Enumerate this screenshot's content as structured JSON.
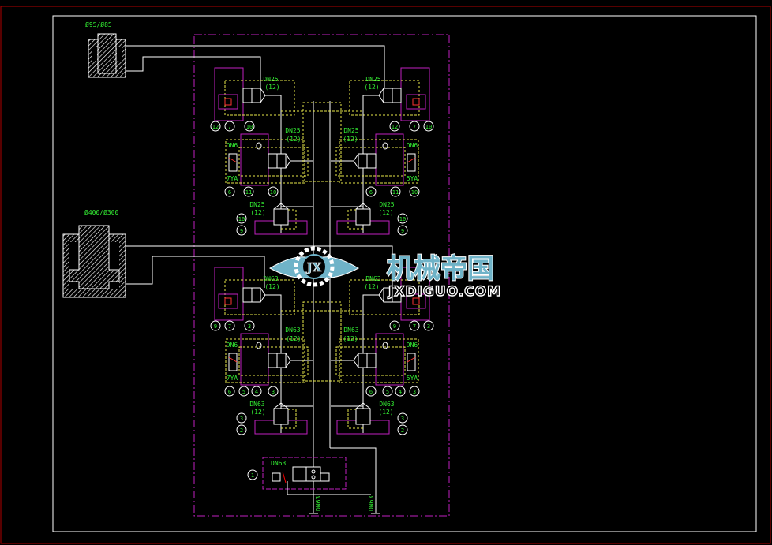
{
  "cylinders": [
    {
      "label": "Ø95/Ø85"
    },
    {
      "label": "Ø400/Ø300"
    }
  ],
  "modules": [
    {
      "left": {
        "top_valve": {
          "size": "DN25",
          "note": "(12)",
          "balloons": [
            "12",
            "7",
            "10"
          ]
        },
        "mid_valve": {
          "size": "DN25",
          "note": "(12)",
          "pilot_size": "DN6",
          "solenoid": "7YA",
          "balloons": [
            "6",
            "11",
            "10"
          ]
        },
        "bottom_valve": {
          "size": "DN25",
          "note": "(12)",
          "balloons": [
            "10",
            "9"
          ]
        }
      },
      "right": {
        "top_valve": {
          "size": "DN25",
          "note": "(12)",
          "balloons": [
            "10",
            "7",
            "12"
          ]
        },
        "mid_valve": {
          "size": "DN25",
          "note": "(12)",
          "pilot_size": "DN6",
          "solenoid": "5YA",
          "balloons": [
            "10",
            "11",
            "6"
          ]
        },
        "bottom_valve": {
          "size": "DN25",
          "note": "(12)",
          "balloons": [
            "10",
            "9"
          ]
        }
      }
    },
    {
      "left": {
        "top_valve": {
          "size": "DN63",
          "note": "(12)",
          "balloons": [
            "9",
            "7",
            "3"
          ]
        },
        "mid_valve": {
          "size": "DN63",
          "note": "(12)",
          "pilot_size": "DN6",
          "solenoid": "7YA",
          "balloons": [
            "6",
            "5",
            "4",
            "3"
          ]
        },
        "bottom_valve": {
          "size": "DN63",
          "note": "(12)",
          "balloons": [
            "3",
            "2"
          ]
        }
      },
      "right": {
        "top_valve": {
          "size": "DN63",
          "note": "(12)",
          "balloons": [
            "3",
            "7",
            "9"
          ]
        },
        "mid_valve": {
          "size": "DN63",
          "note": "(12)",
          "pilot_size": "DN6",
          "solenoid": "5YA",
          "balloons": [
            "3",
            "4",
            "5",
            "6"
          ]
        },
        "bottom_valve": {
          "size": "DN63",
          "note": "(12)",
          "balloons": [
            "3",
            "2"
          ]
        }
      }
    }
  ],
  "main_valve": {
    "size": "DN63",
    "balloon": "1"
  },
  "ports": [
    "DN63",
    "DN63"
  ],
  "watermark": {
    "logo_text": "JX",
    "brand_cn": "机械帝国",
    "brand_url": "JXDIGUO.COM"
  },
  "colors": {
    "background": "#000000",
    "frame_outer": "#b00000",
    "line": "#ffffff",
    "pilot_line": "#e8e84a",
    "block_outline": "#c020c0",
    "text": "#33ee33"
  }
}
